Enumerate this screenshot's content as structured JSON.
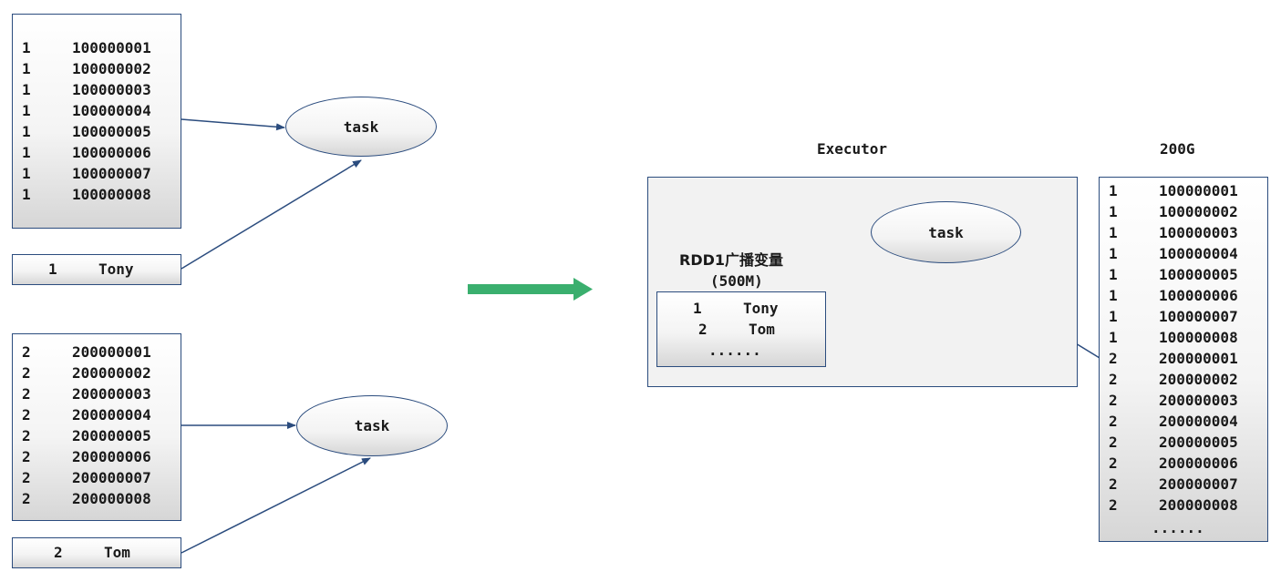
{
  "top_left": {
    "rows": [
      {
        "id": "1",
        "value": "100000001"
      },
      {
        "id": "1",
        "value": "100000002"
      },
      {
        "id": "1",
        "value": "100000003"
      },
      {
        "id": "1",
        "value": "100000004"
      },
      {
        "id": "1",
        "value": "100000005"
      },
      {
        "id": "1",
        "value": "100000006"
      },
      {
        "id": "1",
        "value": "100000007"
      },
      {
        "id": "1",
        "value": "100000008"
      }
    ],
    "lookup": {
      "id": "1",
      "name": "Tony"
    },
    "task": "task"
  },
  "bottom_left": {
    "rows": [
      {
        "id": "2",
        "value": "200000001"
      },
      {
        "id": "2",
        "value": "200000002"
      },
      {
        "id": "2",
        "value": "200000003"
      },
      {
        "id": "2",
        "value": "200000004"
      },
      {
        "id": "2",
        "value": "200000005"
      },
      {
        "id": "2",
        "value": "200000006"
      },
      {
        "id": "2",
        "value": "200000007"
      },
      {
        "id": "2",
        "value": "200000008"
      }
    ],
    "lookup": {
      "id": "2",
      "name": "Tom"
    },
    "task": "task"
  },
  "executor": {
    "title": "Executor",
    "task": "task",
    "broadcast": {
      "title": "RDD1广播变量",
      "size": "(500M)",
      "rows": [
        {
          "id": "1",
          "name": "Tony"
        },
        {
          "id": "2",
          "name": "Tom"
        }
      ],
      "ellipsis": "......"
    }
  },
  "big_table": {
    "title": "200G",
    "rows": [
      {
        "id": "1",
        "value": "100000001"
      },
      {
        "id": "1",
        "value": "100000002"
      },
      {
        "id": "1",
        "value": "100000003"
      },
      {
        "id": "1",
        "value": "100000004"
      },
      {
        "id": "1",
        "value": "100000005"
      },
      {
        "id": "1",
        "value": "100000006"
      },
      {
        "id": "1",
        "value": "100000007"
      },
      {
        "id": "1",
        "value": "100000008"
      },
      {
        "id": "2",
        "value": "200000001"
      },
      {
        "id": "2",
        "value": "200000002"
      },
      {
        "id": "2",
        "value": "200000003"
      },
      {
        "id": "2",
        "value": "200000004"
      },
      {
        "id": "2",
        "value": "200000005"
      },
      {
        "id": "2",
        "value": "200000006"
      },
      {
        "id": "2",
        "value": "200000007"
      },
      {
        "id": "2",
        "value": "200000008"
      }
    ],
    "ellipsis": "......"
  },
  "colors": {
    "border": "#2b4c7e",
    "arrow": "#2b4c7e",
    "transition_arrow": "#3aaf6e"
  }
}
